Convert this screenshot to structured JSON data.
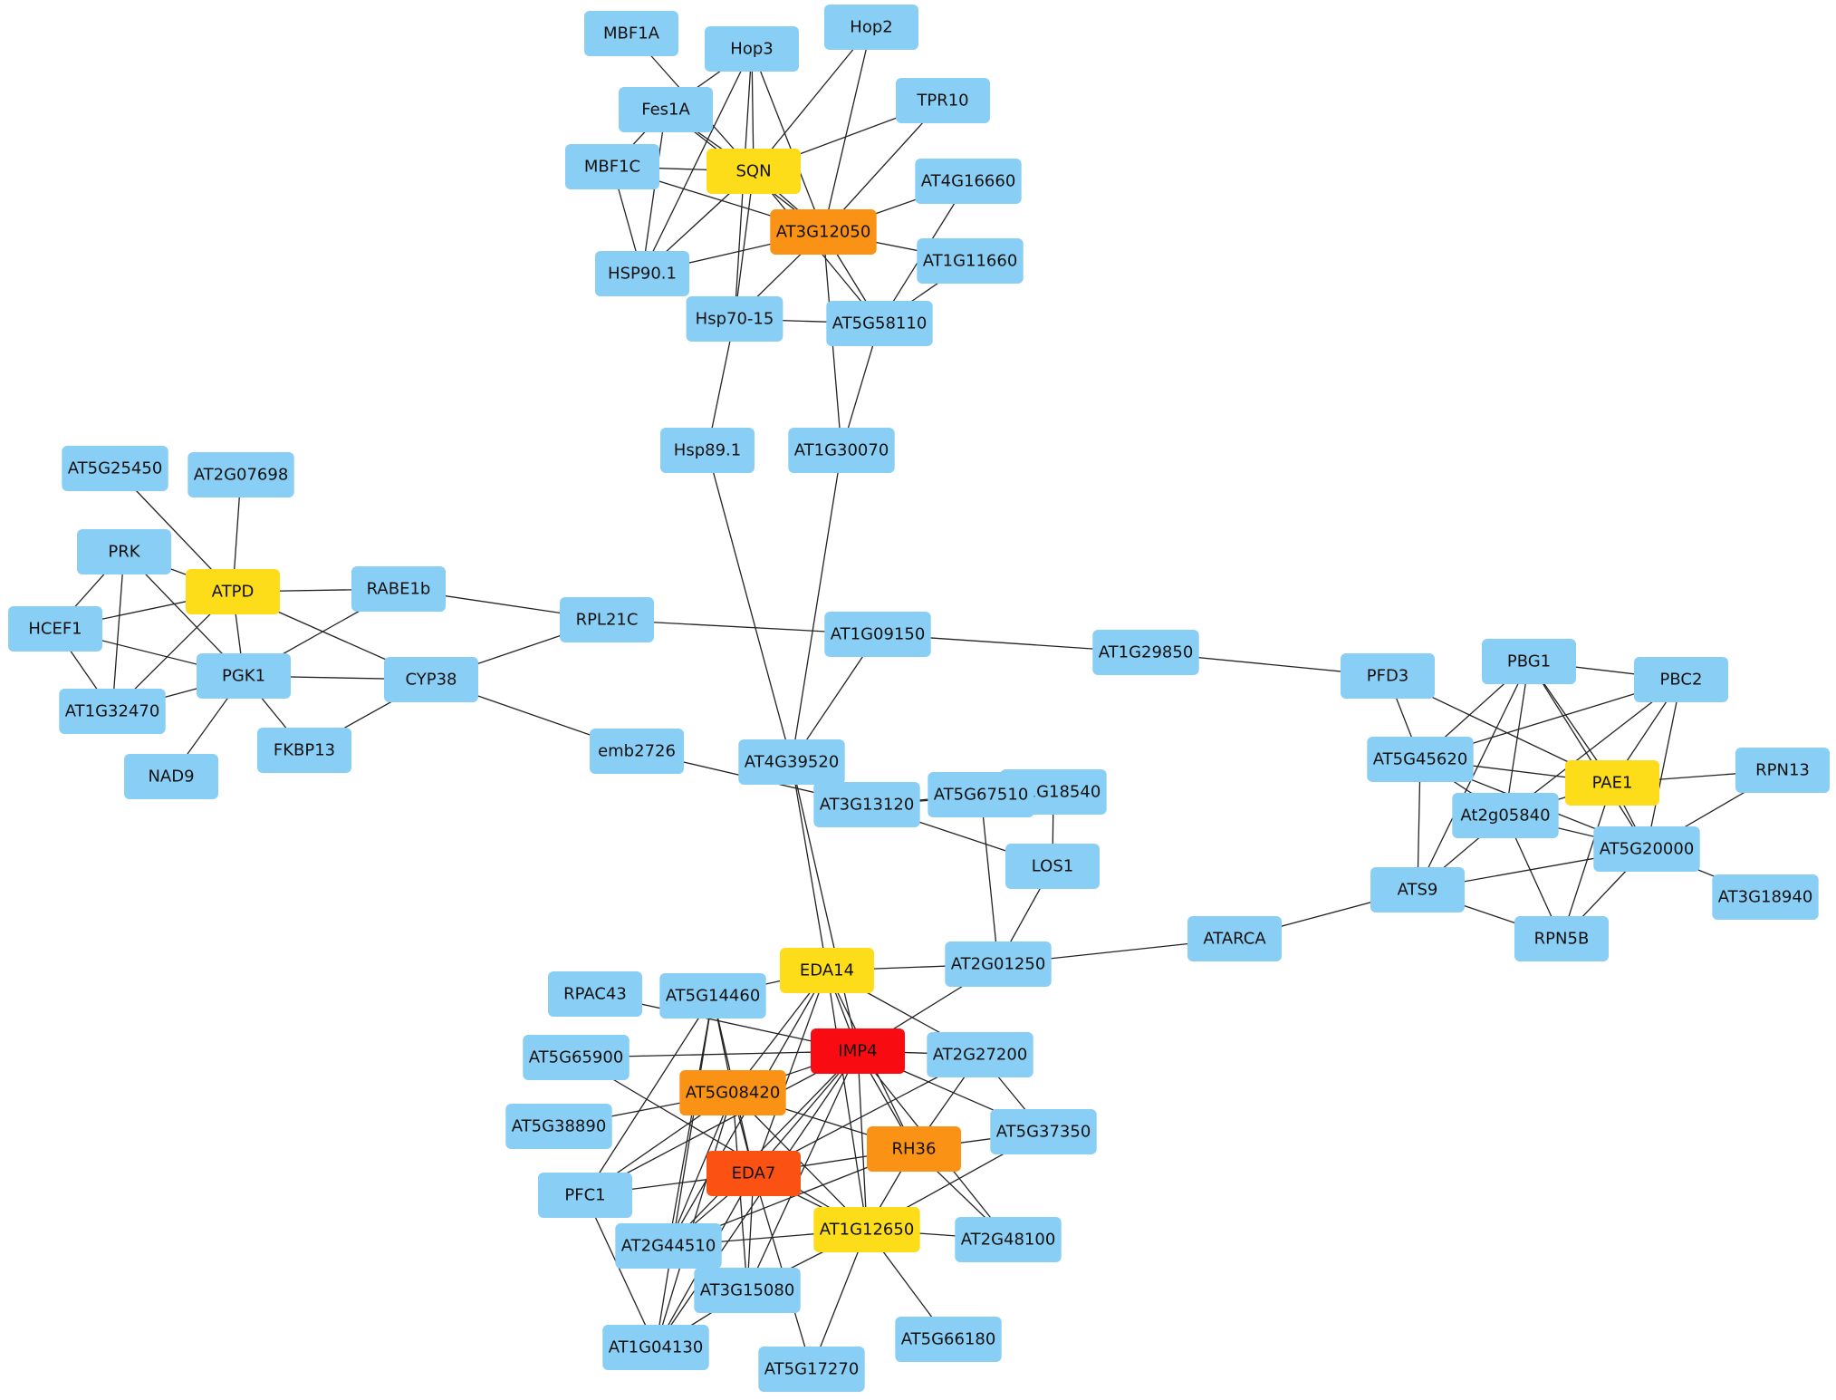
{
  "colors": {
    "default": "#89CFF5",
    "yellow": "#FDDC1A",
    "orange": "#FA9216",
    "red_orange": "#FB5214",
    "red": "#F80C12",
    "edge": "#222222"
  },
  "nodes": [
    {
      "id": "MBF1A",
      "color": "default"
    },
    {
      "id": "Hop3",
      "color": "default"
    },
    {
      "id": "Hop2",
      "color": "default"
    },
    {
      "id": "Fes1A",
      "color": "default"
    },
    {
      "id": "TPR10",
      "color": "default"
    },
    {
      "id": "MBF1C",
      "color": "default"
    },
    {
      "id": "SQN",
      "color": "yellow"
    },
    {
      "id": "AT4G16660",
      "color": "default"
    },
    {
      "id": "AT3G12050",
      "color": "orange"
    },
    {
      "id": "AT1G11660",
      "color": "default"
    },
    {
      "id": "HSP90.1",
      "color": "default"
    },
    {
      "id": "Hsp70-15",
      "color": "default"
    },
    {
      "id": "AT5G58110",
      "color": "default"
    },
    {
      "id": "Hsp89.1",
      "color": "default"
    },
    {
      "id": "AT1G30070",
      "color": "default"
    },
    {
      "id": "AT5G25450",
      "color": "default"
    },
    {
      "id": "AT2G07698",
      "color": "default"
    },
    {
      "id": "PRK",
      "color": "default"
    },
    {
      "id": "ATPD",
      "color": "yellow"
    },
    {
      "id": "RABE1b",
      "color": "default"
    },
    {
      "id": "HCEF1",
      "color": "default"
    },
    {
      "id": "RPL21C",
      "color": "default"
    },
    {
      "id": "AT1G09150",
      "color": "default"
    },
    {
      "id": "AT1G29850",
      "color": "default"
    },
    {
      "id": "PGK1",
      "color": "default"
    },
    {
      "id": "CYP38",
      "color": "default"
    },
    {
      "id": "AT1G32470",
      "color": "default"
    },
    {
      "id": "FKBP13",
      "color": "default"
    },
    {
      "id": "NAD9",
      "color": "default"
    },
    {
      "id": "emb2726",
      "color": "default"
    },
    {
      "id": "AT4G39520",
      "color": "default"
    },
    {
      "id": "AT3G13120",
      "color": "default"
    },
    {
      "id": "AT1G18540",
      "label": "AT1G18540",
      "color": "default"
    },
    {
      "id": "AT5G67510",
      "color": "default"
    },
    {
      "id": "LOS1",
      "color": "default"
    },
    {
      "id": "PFD3",
      "color": "default"
    },
    {
      "id": "PBG1",
      "color": "default"
    },
    {
      "id": "PBC2",
      "color": "default"
    },
    {
      "id": "AT5G45620",
      "color": "default"
    },
    {
      "id": "PAE1",
      "color": "yellow"
    },
    {
      "id": "RPN13",
      "color": "default"
    },
    {
      "id": "At2g05840",
      "color": "default"
    },
    {
      "id": "AT5G20000",
      "color": "default"
    },
    {
      "id": "AT3G18940",
      "color": "default"
    },
    {
      "id": "ATS9",
      "color": "default"
    },
    {
      "id": "RPN5B",
      "color": "default"
    },
    {
      "id": "ATARCA",
      "color": "default"
    },
    {
      "id": "EDA14",
      "color": "yellow"
    },
    {
      "id": "AT2G01250",
      "color": "default"
    },
    {
      "id": "RPAC43",
      "color": "default"
    },
    {
      "id": "AT5G14460",
      "color": "default"
    },
    {
      "id": "IMP4",
      "color": "red"
    },
    {
      "id": "AT2G27200",
      "color": "default"
    },
    {
      "id": "AT5G65900",
      "color": "default"
    },
    {
      "id": "AT5G08420",
      "color": "orange"
    },
    {
      "id": "AT5G38890",
      "color": "default"
    },
    {
      "id": "RH36",
      "color": "orange"
    },
    {
      "id": "AT5G37350",
      "color": "default"
    },
    {
      "id": "EDA7",
      "color": "red_orange"
    },
    {
      "id": "PFC1",
      "color": "default"
    },
    {
      "id": "AT1G12650",
      "color": "yellow"
    },
    {
      "id": "AT2G48100",
      "color": "default"
    },
    {
      "id": "AT2G44510",
      "color": "default"
    },
    {
      "id": "AT3G15080",
      "color": "default"
    },
    {
      "id": "AT5G66180",
      "color": "default"
    },
    {
      "id": "AT1G04130",
      "color": "default"
    },
    {
      "id": "AT5G17270",
      "color": "default"
    }
  ],
  "edges": [
    [
      "MBF1A",
      "SQN"
    ],
    [
      "Hop3",
      "SQN"
    ],
    [
      "Hop3",
      "AT3G12050"
    ],
    [
      "Hop3",
      "HSP90.1"
    ],
    [
      "Hop3",
      "Hsp70-15"
    ],
    [
      "Hop3",
      "Fes1A"
    ],
    [
      "Hop2",
      "SQN"
    ],
    [
      "Hop2",
      "AT3G12050"
    ],
    [
      "Fes1A",
      "SQN"
    ],
    [
      "Fes1A",
      "AT3G12050"
    ],
    [
      "Fes1A",
      "MBF1C"
    ],
    [
      "Fes1A",
      "HSP90.1"
    ],
    [
      "TPR10",
      "SQN"
    ],
    [
      "TPR10",
      "AT3G12050"
    ],
    [
      "MBF1C",
      "SQN"
    ],
    [
      "MBF1C",
      "AT3G12050"
    ],
    [
      "MBF1C",
      "HSP90.1"
    ],
    [
      "SQN",
      "HSP90.1"
    ],
    [
      "SQN",
      "Hsp70-15"
    ],
    [
      "SQN",
      "AT3G12050"
    ],
    [
      "SQN",
      "AT5G58110"
    ],
    [
      "AT4G16660",
      "AT3G12050"
    ],
    [
      "AT4G16660",
      "AT5G58110"
    ],
    [
      "AT3G12050",
      "AT1G11660"
    ],
    [
      "AT3G12050",
      "HSP90.1"
    ],
    [
      "AT3G12050",
      "Hsp70-15"
    ],
    [
      "AT3G12050",
      "AT5G58110"
    ],
    [
      "AT3G12050",
      "AT1G30070"
    ],
    [
      "AT1G11660",
      "AT5G58110"
    ],
    [
      "Hsp70-15",
      "AT5G58110"
    ],
    [
      "Hsp70-15",
      "Hsp89.1"
    ],
    [
      "AT5G58110",
      "AT1G30070"
    ],
    [
      "Hsp89.1",
      "AT4G39520"
    ],
    [
      "AT1G30070",
      "AT4G39520"
    ],
    [
      "AT5G25450",
      "ATPD"
    ],
    [
      "AT2G07698",
      "ATPD"
    ],
    [
      "PRK",
      "ATPD"
    ],
    [
      "PRK",
      "PGK1"
    ],
    [
      "PRK",
      "HCEF1"
    ],
    [
      "PRK",
      "AT1G32470"
    ],
    [
      "ATPD",
      "RABE1b"
    ],
    [
      "ATPD",
      "HCEF1"
    ],
    [
      "ATPD",
      "PGK1"
    ],
    [
      "ATPD",
      "CYP38"
    ],
    [
      "ATPD",
      "AT1G32470"
    ],
    [
      "RABE1b",
      "PGK1"
    ],
    [
      "RABE1b",
      "RPL21C"
    ],
    [
      "HCEF1",
      "PGK1"
    ],
    [
      "HCEF1",
      "AT1G32470"
    ],
    [
      "PGK1",
      "AT1G32470"
    ],
    [
      "PGK1",
      "CYP38"
    ],
    [
      "PGK1",
      "FKBP13"
    ],
    [
      "PGK1",
      "NAD9"
    ],
    [
      "CYP38",
      "FKBP13"
    ],
    [
      "CYP38",
      "RPL21C"
    ],
    [
      "CYP38",
      "emb2726"
    ],
    [
      "RPL21C",
      "AT1G09150"
    ],
    [
      "AT1G09150",
      "AT1G29850"
    ],
    [
      "AT1G09150",
      "AT4G39520"
    ],
    [
      "AT1G29850",
      "PFD3"
    ],
    [
      "emb2726",
      "AT3G13120"
    ],
    [
      "AT4G39520",
      "EDA14"
    ],
    [
      "AT4G39520",
      "IMP4"
    ],
    [
      "AT3G13120",
      "AT5G67510"
    ],
    [
      "AT3G13120",
      "AT1G18540"
    ],
    [
      "AT3G13120",
      "LOS1"
    ],
    [
      "AT5G67510",
      "AT2G01250"
    ],
    [
      "AT1G18540",
      "LOS1"
    ],
    [
      "LOS1",
      "AT2G01250"
    ],
    [
      "EDA14",
      "AT2G01250"
    ],
    [
      "AT2G01250",
      "ATARCA"
    ],
    [
      "AT2G01250",
      "IMP4"
    ],
    [
      "ATARCA",
      "ATS9"
    ],
    [
      "PFD3",
      "AT5G45620"
    ],
    [
      "PFD3",
      "PAE1"
    ],
    [
      "PBG1",
      "PBC2"
    ],
    [
      "PBG1",
      "AT5G45620"
    ],
    [
      "PBG1",
      "PAE1"
    ],
    [
      "PBG1",
      "At2g05840"
    ],
    [
      "PBG1",
      "AT5G20000"
    ],
    [
      "PBG1",
      "ATS9"
    ],
    [
      "PBC2",
      "AT5G45620"
    ],
    [
      "PBC2",
      "PAE1"
    ],
    [
      "PBC2",
      "At2g05840"
    ],
    [
      "PBC2",
      "AT5G20000"
    ],
    [
      "AT5G45620",
      "PAE1"
    ],
    [
      "AT5G45620",
      "At2g05840"
    ],
    [
      "AT5G45620",
      "ATS9"
    ],
    [
      "AT5G45620",
      "AT5G20000"
    ],
    [
      "PAE1",
      "RPN13"
    ],
    [
      "PAE1",
      "At2g05840"
    ],
    [
      "PAE1",
      "AT5G20000"
    ],
    [
      "PAE1",
      "RPN5B"
    ],
    [
      "RPN13",
      "AT5G20000"
    ],
    [
      "At2g05840",
      "ATS9"
    ],
    [
      "At2g05840",
      "AT5G20000"
    ],
    [
      "At2g05840",
      "RPN5B"
    ],
    [
      "AT5G20000",
      "ATS9"
    ],
    [
      "AT5G20000",
      "AT3G18940"
    ],
    [
      "AT5G20000",
      "RPN5B"
    ],
    [
      "ATS9",
      "RPN5B"
    ],
    [
      "EDA14",
      "IMP4"
    ],
    [
      "EDA14",
      "AT5G08420"
    ],
    [
      "EDA14",
      "EDA7"
    ],
    [
      "EDA14",
      "AT5G14460"
    ],
    [
      "EDA14",
      "RH36"
    ],
    [
      "EDA14",
      "AT1G12650"
    ],
    [
      "EDA14",
      "AT2G44510"
    ],
    [
      "EDA14",
      "AT2G27200"
    ],
    [
      "RPAC43",
      "IMP4"
    ],
    [
      "AT5G14460",
      "AT5G08420"
    ],
    [
      "AT5G14460",
      "EDA7"
    ],
    [
      "AT5G14460",
      "PFC1"
    ],
    [
      "AT5G14460",
      "AT2G44510"
    ],
    [
      "AT5G14460",
      "AT1G04130"
    ],
    [
      "IMP4",
      "AT5G65900"
    ],
    [
      "IMP4",
      "AT5G08420"
    ],
    [
      "IMP4",
      "EDA7"
    ],
    [
      "IMP4",
      "RH36"
    ],
    [
      "IMP4",
      "AT1G12650"
    ],
    [
      "IMP4",
      "AT2G27200"
    ],
    [
      "IMP4",
      "AT5G37350"
    ],
    [
      "IMP4",
      "AT2G44510"
    ],
    [
      "IMP4",
      "AT3G15080"
    ],
    [
      "IMP4",
      "AT1G04130"
    ],
    [
      "IMP4",
      "AT2G48100"
    ],
    [
      "IMP4",
      "PFC1"
    ],
    [
      "AT2G27200",
      "RH36"
    ],
    [
      "AT2G27200",
      "AT5G37350"
    ],
    [
      "AT2G27200",
      "EDA7"
    ],
    [
      "AT5G65900",
      "AT1G12650"
    ],
    [
      "AT5G08420",
      "EDA7"
    ],
    [
      "AT5G08420",
      "RH36"
    ],
    [
      "AT5G08420",
      "AT1G12650"
    ],
    [
      "AT5G08420",
      "AT5G38890"
    ],
    [
      "AT5G08420",
      "PFC1"
    ],
    [
      "AT5G08420",
      "AT2G44510"
    ],
    [
      "AT5G08420",
      "AT3G15080"
    ],
    [
      "AT5G08420",
      "AT1G04130"
    ],
    [
      "RH36",
      "EDA7"
    ],
    [
      "RH36",
      "AT1G12650"
    ],
    [
      "RH36",
      "AT5G37350"
    ],
    [
      "RH36",
      "AT2G48100"
    ],
    [
      "RH36",
      "AT2G44510"
    ],
    [
      "AT5G37350",
      "AT1G12650"
    ],
    [
      "EDA7",
      "PFC1"
    ],
    [
      "EDA7",
      "AT1G12650"
    ],
    [
      "EDA7",
      "AT2G44510"
    ],
    [
      "EDA7",
      "AT3G15080"
    ],
    [
      "EDA7",
      "AT1G04130"
    ],
    [
      "EDA7",
      "AT5G17270"
    ],
    [
      "PFC1",
      "AT1G04130"
    ],
    [
      "AT1G12650",
      "AT2G48100"
    ],
    [
      "AT1G12650",
      "AT2G44510"
    ],
    [
      "AT1G12650",
      "AT3G15080"
    ],
    [
      "AT1G12650",
      "AT5G66180"
    ],
    [
      "AT1G12650",
      "AT5G17270"
    ],
    [
      "AT3G15080",
      "AT1G04130"
    ]
  ]
}
